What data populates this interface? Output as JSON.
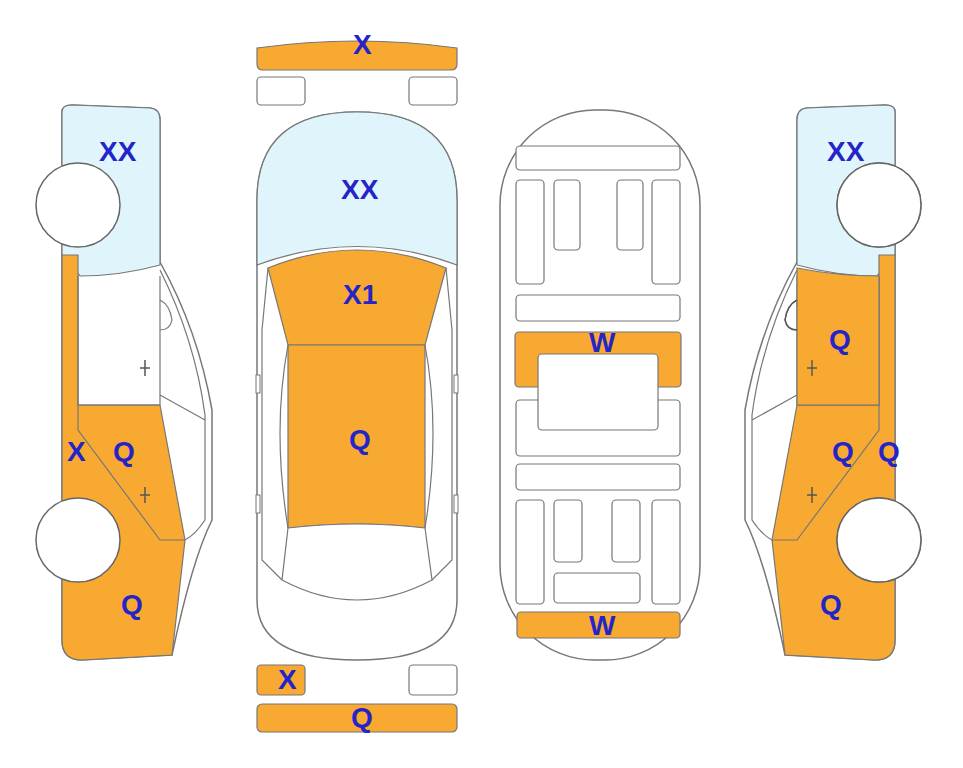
{
  "diagram": {
    "labels": [
      "X",
      "XX",
      "XX",
      "XX",
      "X1",
      "W",
      "Q",
      "Q",
      "X",
      "Q",
      "Q",
      "Q",
      "Q",
      "Q",
      "W",
      "X",
      "Q"
    ]
  }
}
